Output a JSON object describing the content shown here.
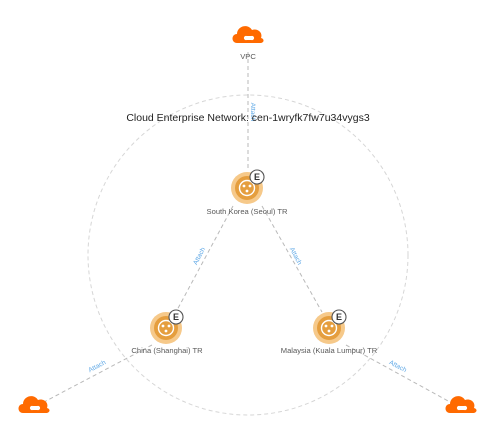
{
  "cen": {
    "title": "Cloud Enterprise Network: cen-1wryfk7fw7u34vygs3"
  },
  "colors": {
    "vpc_orange": "#ff6a00",
    "tr_orange_outer": "#f6c98a",
    "tr_orange_inner": "#e59e3e",
    "badge_border": "#555555",
    "edge_label": "#5fa8e6",
    "line": "#b9b9b9"
  },
  "transit_routers": [
    {
      "label": "South Korea (Seoul) TR",
      "badge": "E",
      "icon": "transit-router-icon"
    },
    {
      "label": "China (Shanghai) TR",
      "badge": "E",
      "icon": "transit-router-icon"
    },
    {
      "label": "Malaysia (Kuala Lumpur) TR",
      "badge": "E",
      "icon": "transit-router-icon"
    }
  ],
  "vpcs": [
    {
      "label": "VPC",
      "icon": "cloud-icon"
    },
    {
      "label": "",
      "icon": "cloud-icon"
    },
    {
      "label": "",
      "icon": "cloud-icon"
    }
  ],
  "connections": [
    {
      "label": "Attach",
      "from": "VPC",
      "to": "South Korea (Seoul) TR"
    },
    {
      "label": "Attach",
      "from": "South Korea (Seoul) TR",
      "to": "China (Shanghai) TR"
    },
    {
      "label": "Attach",
      "from": "South Korea (Seoul) TR",
      "to": "Malaysia (Kuala Lumpur) TR"
    },
    {
      "label": "Attach",
      "from": "China (Shanghai) TR",
      "to": "bottom-left cloud"
    },
    {
      "label": "Attach",
      "from": "Malaysia (Kuala Lumpur) TR",
      "to": "bottom-right cloud"
    }
  ]
}
